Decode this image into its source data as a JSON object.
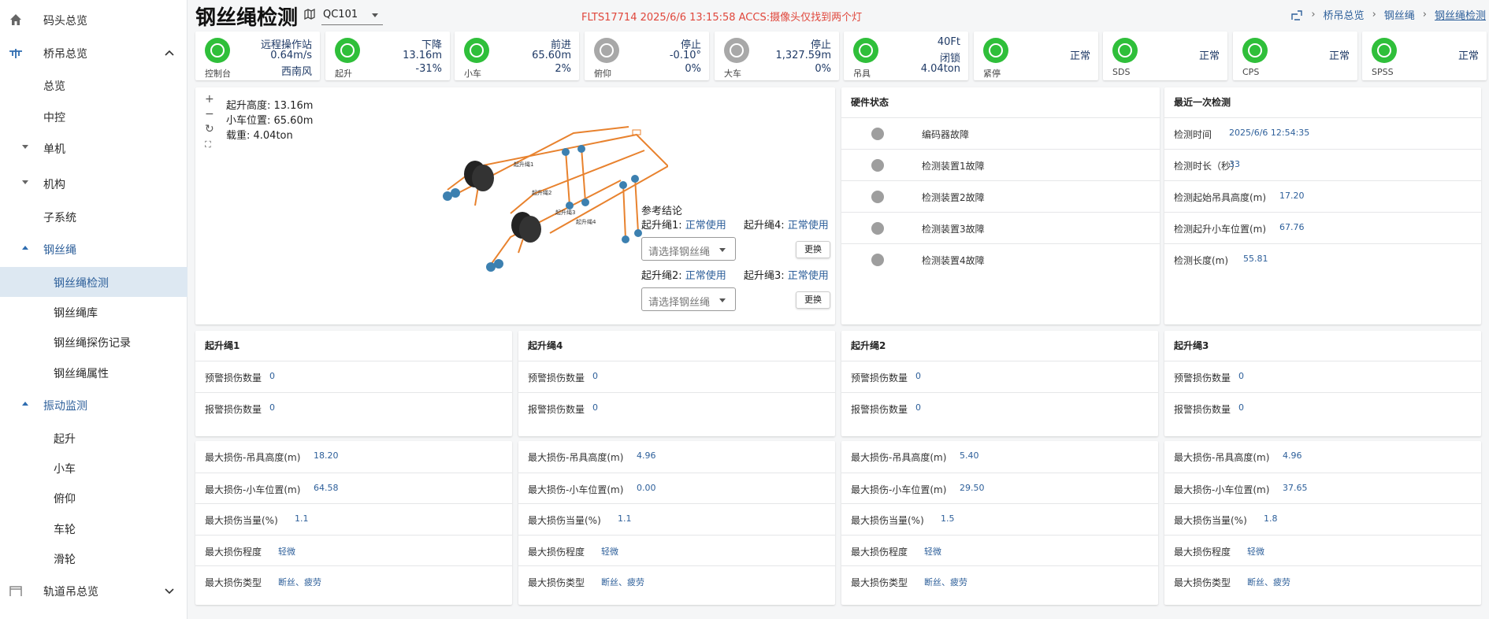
{
  "sidebar": {
    "items": [
      {
        "label": "码头总览",
        "icon": "home-icon"
      },
      {
        "label": "桥吊总览",
        "icon": "crane-icon"
      },
      {
        "label": "总览"
      },
      {
        "label": "中控"
      },
      {
        "label": "单机"
      },
      {
        "label": "机构"
      },
      {
        "label": "子系统"
      },
      {
        "label": "钢丝绳"
      },
      {
        "label": "钢丝绳检测"
      },
      {
        "label": "钢丝绳库"
      },
      {
        "label": "钢丝绳探伤记录"
      },
      {
        "label": "钢丝绳属性"
      },
      {
        "label": "振动监测"
      },
      {
        "label": "起升"
      },
      {
        "label": "小车"
      },
      {
        "label": "俯仰"
      },
      {
        "label": "车轮"
      },
      {
        "label": "滑轮"
      },
      {
        "label": "轨道吊总览",
        "icon": "gantry-icon"
      }
    ]
  },
  "header": {
    "title": "钢丝绳检测",
    "crane": "QC101",
    "alarm": "FLTS17714 2025/6/6 13:15:58 ACCS:摄像头仅找到两个灯",
    "breadcrumb": [
      "桥吊总览",
      "钢丝绳",
      "钢丝绳检测"
    ]
  },
  "status_cards": [
    {
      "name": "控制台",
      "color": "#2fbf3a",
      "lines": [
        "远程操作站",
        "0.64m/s",
        "西南风"
      ]
    },
    {
      "name": "起升",
      "color": "#2fbf3a",
      "lines": [
        "下降",
        "13.16m",
        "-31%"
      ]
    },
    {
      "name": "小车",
      "color": "#2fbf3a",
      "lines": [
        "前进",
        "65.60m",
        "2%"
      ]
    },
    {
      "name": "俯仰",
      "color": "#a8a8a8",
      "lines": [
        "停止",
        "-0.10°",
        "0%"
      ]
    },
    {
      "name": "大车",
      "color": "#a8a8a8",
      "lines": [
        "停止",
        "1,327.59m",
        "0%"
      ]
    },
    {
      "name": "吊具",
      "color": "#2fbf3a",
      "lines": [
        "40Ft",
        "闭锁",
        "4.04ton"
      ]
    },
    {
      "name": "紧停",
      "color": "#2fbf3a",
      "lines": [
        "正常"
      ]
    },
    {
      "name": "SDS",
      "color": "#2fbf3a",
      "lines": [
        "正常"
      ]
    },
    {
      "name": "CPS",
      "color": "#2fbf3a",
      "lines": [
        "正常"
      ]
    },
    {
      "name": "SPSS",
      "color": "#2fbf3a",
      "lines": [
        "正常"
      ]
    }
  ],
  "model": {
    "info": [
      "起升高度: 13.16m",
      "小车位置: 65.60m",
      "载重: 4.04ton"
    ],
    "rope_labels": [
      "起升绳1",
      "起升绳2",
      "起升绳3",
      "起升绳4"
    ],
    "conclusion_title": "参考结论",
    "rope1": "起升绳1:",
    "rope1_status": "正常使用",
    "rope4": "起升绳4:",
    "rope4_status": "正常使用",
    "rope2": "起升绳2:",
    "rope2_status": "正常使用",
    "rope3": "起升绳3:",
    "rope3_status": "正常使用",
    "select_placeholder": "请选择钢丝绳",
    "replace": "更换"
  },
  "hardware": {
    "title": "硬件状态",
    "items": [
      "编码器故障",
      "检测装置1故障",
      "检测装置2故障",
      "检测装置3故障",
      "检测装置4故障"
    ]
  },
  "last_check": {
    "title": "最近一次检测",
    "rows": [
      {
        "k": "检测时间",
        "v": "2025/6/6 12:54:35"
      },
      {
        "k": "检测时长（秒）",
        "v": "33"
      },
      {
        "k": "检测起始吊具高度(m)",
        "v": "17.20"
      },
      {
        "k": "检测起升小车位置(m)",
        "v": "67.76"
      },
      {
        "k": "检测长度(m)",
        "v": "55.81"
      }
    ]
  },
  "ropes": [
    {
      "title": "起升绳1",
      "warn": "0",
      "alarm": "0",
      "h": "18.20",
      "pos": "64.58",
      "eq": "1.1",
      "deg": "轻微",
      "type": "断丝、疲劳"
    },
    {
      "title": "起升绳4",
      "warn": "0",
      "alarm": "0",
      "h": "4.96",
      "pos": "0.00",
      "eq": "1.1",
      "deg": "轻微",
      "type": "断丝、疲劳"
    },
    {
      "title": "起升绳2",
      "warn": "0",
      "alarm": "0",
      "h": "5.40",
      "pos": "29.50",
      "eq": "1.5",
      "deg": "轻微",
      "type": "断丝、疲劳"
    },
    {
      "title": "起升绳3",
      "warn": "0",
      "alarm": "0",
      "h": "4.96",
      "pos": "37.65",
      "eq": "1.8",
      "deg": "轻微",
      "type": "断丝、疲劳"
    }
  ],
  "labels": {
    "warn": "预警损伤数量",
    "alarm": "报警损伤数量",
    "h": "最大损伤-吊具高度(m)",
    "pos": "最大损伤-小车位置(m)",
    "eq": "最大损伤当量(%)",
    "deg": "最大损伤程度",
    "type": "最大损伤类型"
  }
}
